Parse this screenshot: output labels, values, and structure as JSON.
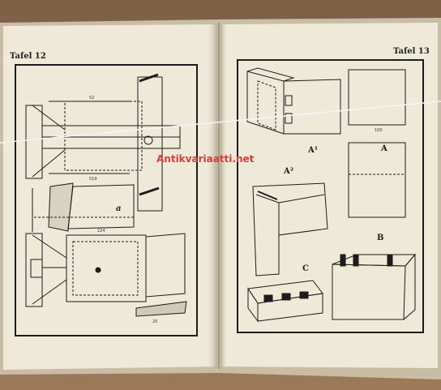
{
  "left_page": {
    "plate_title": "Tafel 12",
    "label_a": "a"
  },
  "right_page": {
    "plate_title": "Tafel 13",
    "labels": {
      "a1": "A¹",
      "a": "A",
      "a2": "A²",
      "b": "B",
      "c": "C"
    }
  },
  "watermark": {
    "text": "Antikvariaatti.net",
    "color": "#e23a3a"
  },
  "colors": {
    "paper": "#efe9d8",
    "ink": "#1c1c1c",
    "background": "#8a6a4a"
  }
}
